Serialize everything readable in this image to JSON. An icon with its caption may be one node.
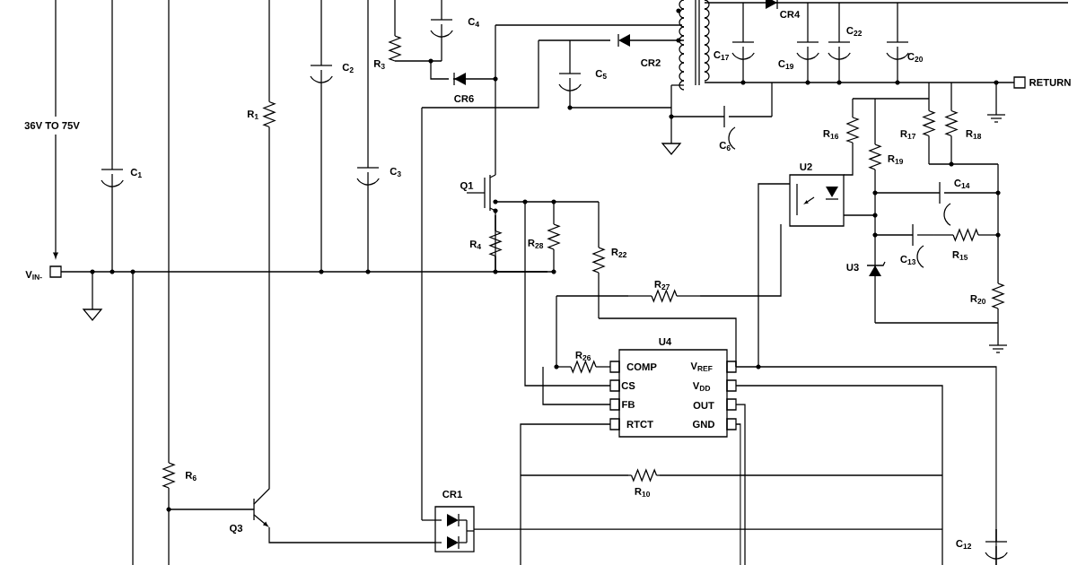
{
  "diagram": {
    "labels": [
      "R$_{3}$",
      "C$_{4}$",
      "CR4",
      "C$_{2}$",
      "C$_{22}$",
      "CR2",
      "C$_{17}$",
      "C$_{5}$",
      "C$_{19}$",
      "C$_{20}$",
      "RETURN",
      "CR6",
      "R$_{1}$",
      "36V TO 75V",
      "C$_{6}$",
      "R$_{16}$",
      "R$_{17}$",
      "R$_{18}$",
      "U2",
      "R$_{19}$",
      "C$_{1}$",
      "C$_{3}$",
      "Q1",
      "C$_{14}$",
      "R$_{4}$",
      "R$_{28}$",
      "R$_{22}$",
      "C$_{13}$",
      "R$_{15}$",
      "U3",
      "V$_{IN-}$",
      "R$_{27}$",
      "R$_{20}$",
      "U4",
      "R$_{26}$",
      "COMP",
      "V$_{REF}$",
      "CS",
      "V$_{DD}$",
      "FB",
      "OUT",
      "RTCT",
      "GND",
      "R$_{6}$",
      "CR1",
      "R$_{10}$",
      "Q3",
      "C$_{12}$"
    ]
  }
}
